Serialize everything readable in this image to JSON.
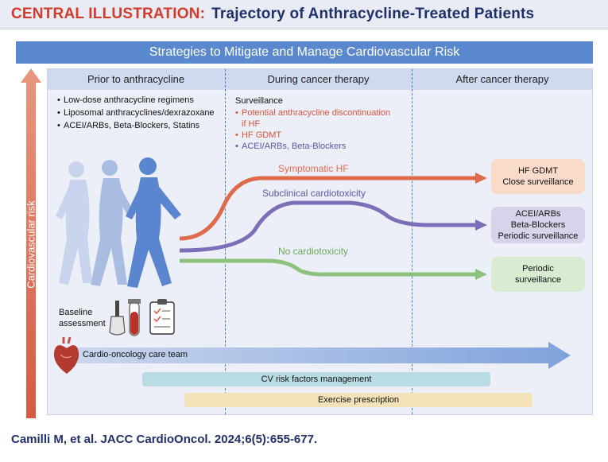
{
  "title": {
    "prefix": "CENTRAL ILLUSTRATION:",
    "main": "Trajectory of Anthracycline-Treated Patients"
  },
  "banner": "Strategies to Mitigate and Manage Cardiovascular Risk",
  "risk_axis_label": "Cardiovascular risk",
  "phases": {
    "prior": "Prior to anthracycline",
    "during": "During cancer therapy",
    "after": "After cancer therapy"
  },
  "prior_items": [
    "Low-dose anthracycline regimens",
    "Liposomal anthracyclines/dexrazoxane",
    "ACEI/ARBs, Beta-Blockers, Statins"
  ],
  "during": {
    "heading": "Surveillance",
    "item_1_line_1": "Potential anthracycline discontinuation",
    "item_1_line_2": "if HF",
    "item_2": "HF GDMT",
    "item_3": "ACEI/ARBs, Beta-Blockers"
  },
  "curves": {
    "symptomatic": "Symptomatic HF",
    "subclinical": "Subclinical cardiotoxicity",
    "none": "No cardiotoxicity"
  },
  "outcomes": {
    "symptomatic": [
      "HF GDMT",
      "Close surveillance"
    ],
    "subclinical": [
      "ACEI/ARBs",
      "Beta-Blockers",
      "Periodic surveillance"
    ],
    "none": [
      "Periodic",
      "surveillance"
    ]
  },
  "baseline": {
    "line_1": "Baseline",
    "line_2": "assessment"
  },
  "bars": {
    "team": "Cardio-oncology care team",
    "cv_risk": "CV risk factors management",
    "exercise": "Exercise prescription"
  },
  "icons": [
    "walking-person-icon",
    "ultrasound-probe-icon",
    "blood-test-tube-icon",
    "clipboard-checklist-icon",
    "heart-icon"
  ],
  "colors": {
    "title_red": "#d03c2c",
    "title_navy": "#1f2f6b",
    "banner_blue": "#5a88cf",
    "risk_arrow": "#d9735a",
    "symptomatic_line": "#e06a4c",
    "subclinical_line": "#7a6fb8",
    "none_line": "#8dc27c"
  },
  "citation": "Camilli M, et al. JACC CardioOncol. 2024;6(5):655-677."
}
